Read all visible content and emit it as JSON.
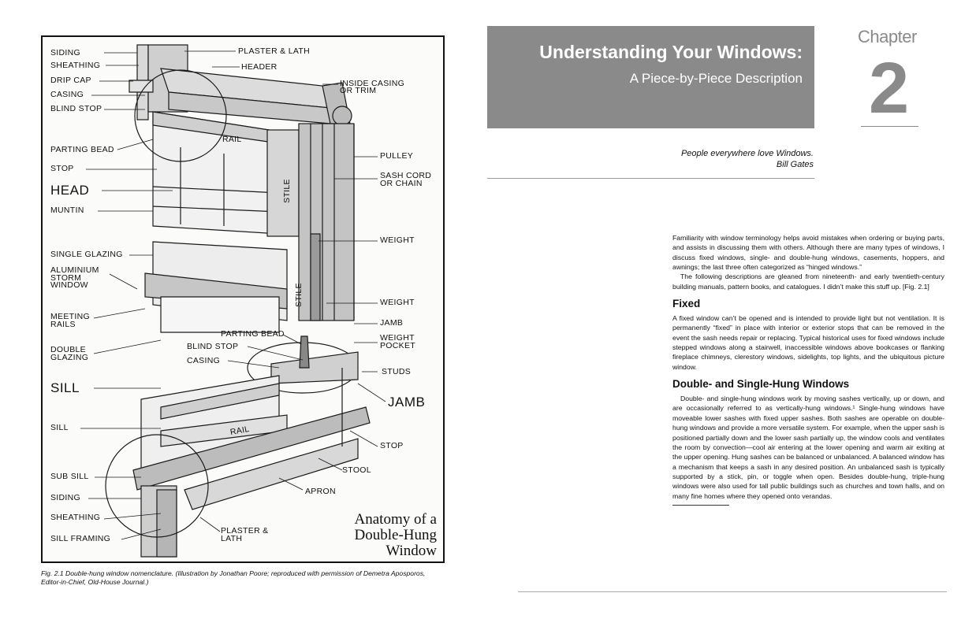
{
  "figure": {
    "labels": {
      "siding_top": "SIDING",
      "sheathing_top": "SHEATHING",
      "drip_cap": "DRIP CAP",
      "casing_top": "CASING",
      "blind_stop_top": "BLIND STOP",
      "parting_bead_top": "PARTING BEAD",
      "stop_top": "STOP",
      "head": "HEAD",
      "muntin": "MUNTIN",
      "single_glazing": "SINGLE GLAZING",
      "aluminium_storm": "ALUMINIUM\nSTORM\nWINDOW",
      "meeting_rails": "MEETING\nRAILS",
      "double_glazing": "DOUBLE\nGLAZING",
      "sill": "SILL",
      "sill_small": "SILL",
      "sub_sill": "SUB SILL",
      "siding_bottom": "SIDING",
      "sheathing_bottom": "SHEATHING",
      "sill_framing": "SILL FRAMING",
      "plaster_lath_top": "PLASTER & LATH",
      "header": "HEADER",
      "inside_casing": "INSIDE CASING\nOR TRIM",
      "pulley": "PULLEY",
      "sash_cord": "SASH CORD\nOR CHAIN",
      "weight_top": "WEIGHT",
      "weight_mid": "WEIGHT",
      "jamb_small": "JAMB",
      "weight_pocket": "WEIGHT\nPOCKET",
      "parting_bead_mid": "PARTING BEAD",
      "blind_stop_mid": "BLIND STOP",
      "casing_mid": "CASING",
      "studs": "STUDS",
      "jamb_big": "JAMB",
      "stop_bottom": "STOP",
      "stool": "STOOL",
      "apron": "APRON",
      "plaster_lath_bottom": "PLASTER &\nLATH",
      "rail_top": "RAIL",
      "stile_top": "STILE",
      "stile_mid": "STILE",
      "rail_bottom": "RAIL"
    },
    "title_line1": "Anatomy of a",
    "title_line2": "Double-Hung",
    "title_line3": "Window",
    "caption": "Fig. 2.1 Double-hung window nomenclature. (Illustration by Jonathan Poore; reproduced with permission of Demetra Aposporos, Editor-in-Chief, Old-House Journal.)"
  },
  "header": {
    "title": "Understanding Your Windows:",
    "subtitle": "A Piece-by-Piece Description",
    "chapter_word": "Chapter",
    "chapter_number": "2"
  },
  "quote": {
    "text": "People everywhere love Windows.",
    "author": "Bill Gates"
  },
  "body": {
    "intro_p1": "Familiarity with window terminology helps avoid mistakes when ordering or buying parts, and assists in discussing them with others. Although there are many types of windows, I discuss fixed windows, single- and double-hung windows, casements, hoppers, and awnings; the last three often categorized as “hinged windows.”",
    "intro_p2": "The following descriptions are gleaned from nineteenth- and early twentieth-century building manuals, pattern books, and catalogues. I didn’t make this stuff up. [Fig. 2.1]",
    "fixed_heading": "Fixed",
    "fixed_p": "A fixed window can’t be opened and is intended to provide light but not ventilation. It is permanently “fixed” in place with interior or exterior stops that can be removed in the event the sash needs repair or replacing. Typical historical uses for fixed windows include stepped windows along a stairwell, inaccessible windows above bookcases or flanking fireplace chimneys, clerestory windows, sidelights, top lights, and the ubiquitous picture window.",
    "dh_heading": "Double- and Single-Hung Windows",
    "dh_p": "Double- and single-hung windows work by moving sashes vertically, up or down, and are occasionally referred to as vertically-hung windows.¹ Single-hung windows have moveable lower sashes with fixed upper sashes. Both sashes are operable on double-hung windows and provide a more versatile system. For example, when the upper sash is positioned partially down and the lower sash partially up, the window cools and ventilates the room by convection—cool air entering at the lower opening and warm air exiting at the upper opening. Hung sashes can be balanced or unbalanced. A balanced window has a mechanism that keeps a sash in any desired position. An unbalanced sash is typically supported by a stick, pin, or toggle when open. Besides double-hung, triple-hung windows were also used for tall public buildings such as churches and town halls, and on many fine homes where they opened onto verandas."
  }
}
